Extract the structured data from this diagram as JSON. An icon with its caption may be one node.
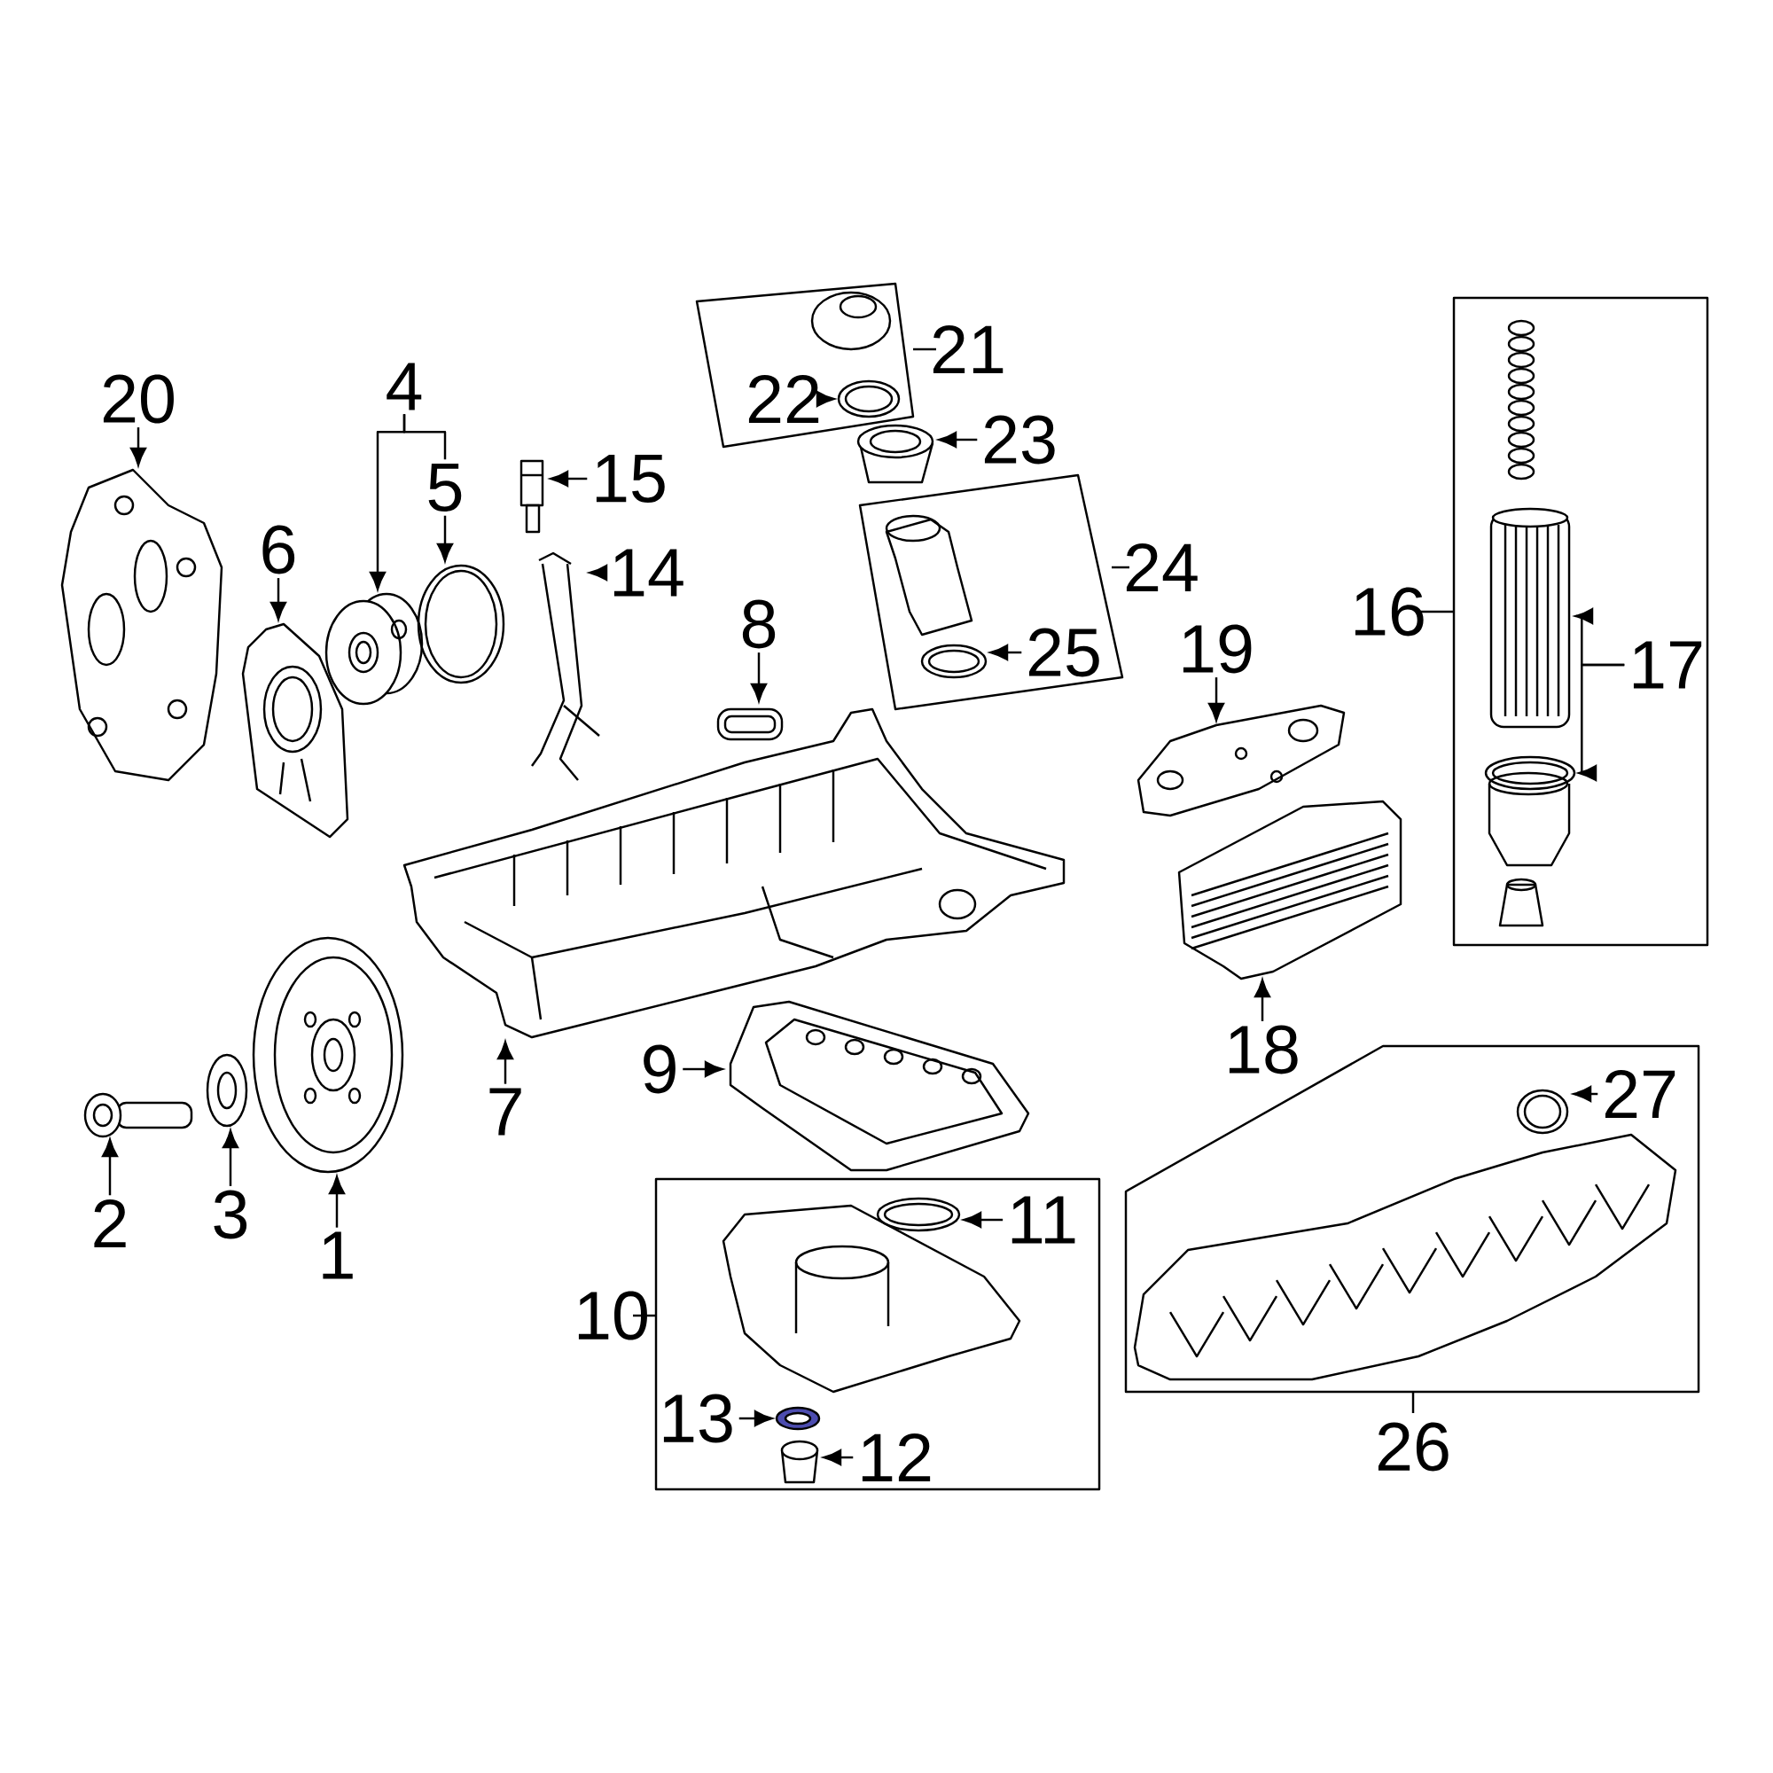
{
  "diagram": {
    "nodes": [
      {
        "text": [
          "21"
        ]
      },
      {
        "text": [
          "22"
        ],
        "in": 0
      },
      {
        "text": [],
        "shape": "picture",
        "in": 0
      },
      {
        "text": [
          "20"
        ]
      },
      {
        "text": [],
        "shape": "picture"
      },
      {
        "text": [
          "4"
        ]
      },
      {
        "text": [
          "5"
        ]
      },
      {
        "text": [],
        "shape": "picture"
      },
      {
        "text": [],
        "shape": "picture"
      },
      {
        "text": [
          "15"
        ]
      },
      {
        "text": [],
        "shape": "picture"
      },
      {
        "text": [
          "23"
        ]
      },
      {
        "text": [],
        "shape": "picture"
      },
      {
        "text": [
          "24"
        ]
      },
      {
        "text": [
          "25"
        ],
        "in": 13
      },
      {
        "text": [],
        "shape": "picture",
        "in": 13
      },
      {
        "text": [
          "16"
        ]
      },
      {
        "text": [
          "17"
        ],
        "in": 16
      },
      {
        "text": [],
        "shape": "picture",
        "in": 16
      },
      {
        "text": [],
        "shape": "picture",
        "in": 16
      },
      {
        "text": [
          "6"
        ]
      },
      {
        "text": [],
        "shape": "picture"
      },
      {
        "text": [
          "14"
        ]
      },
      {
        "text": [],
        "shape": "picture"
      },
      {
        "text": [
          "8"
        ]
      },
      {
        "text": [],
        "shape": "picture"
      },
      {
        "text": [
          "19"
        ]
      },
      {
        "text": [],
        "shape": "picture"
      },
      {
        "text": [],
        "shape": "picture"
      },
      {
        "text": [],
        "shape": "picture"
      },
      {
        "text": [
          "7"
        ]
      },
      {
        "text": [
          "9"
        ]
      },
      {
        "text": [],
        "shape": "picture"
      },
      {
        "text": [
          "18"
        ]
      },
      {
        "text": [
          "26"
        ]
      },
      {
        "text": [
          "27"
        ],
        "in": 34
      },
      {
        "text": [],
        "shape": "picture",
        "in": 34
      },
      {
        "text": [],
        "shape": "picture"
      },
      {
        "text": [],
        "shape": "picture"
      },
      {
        "text": [],
        "shape": "picture"
      },
      {
        "text": [
          "2"
        ]
      },
      {
        "text": [
          "3"
        ]
      },
      {
        "text": [
          "1"
        ]
      },
      {
        "text": [
          "10"
        ]
      },
      {
        "text": [
          "11"
        ],
        "in": 43
      },
      {
        "text": [],
        "shape": "picture",
        "in": 43
      },
      {
        "text": [
          "13"
        ],
        "in": 43
      },
      {
        "text": [],
        "shape": "picture",
        "in": 43
      },
      {
        "text": [
          "12"
        ],
        "in": 43
      },
      {
        "text": [],
        "shape": "picture",
        "in": 43
      }
    ],
    "edges": [
      {
        "from": 1,
        "to": 2,
        "arrow": "to"
      },
      {
        "from": 3,
        "to": 4,
        "arrow": "to"
      },
      {
        "from": 5,
        "to": 7,
        "arrow": "to"
      },
      {
        "from": 5,
        "to": 6,
        "arrow": "none"
      },
      {
        "from": 6,
        "to": 8,
        "arrow": "to"
      },
      {
        "from": 9,
        "to": 10,
        "arrow": "to"
      },
      {
        "from": 11,
        "to": 12,
        "arrow": "to"
      },
      {
        "from": 14,
        "to": 15,
        "arrow": "to"
      },
      {
        "from": 17,
        "to": 18,
        "arrow": "to"
      },
      {
        "from": 17,
        "to": 19,
        "arrow": "to"
      },
      {
        "from": 20,
        "to": 21,
        "arrow": "to"
      },
      {
        "from": 22,
        "to": 23,
        "arrow": "to"
      },
      {
        "from": 24,
        "to": 25,
        "arrow": "to"
      },
      {
        "from": 26,
        "to": 27,
        "arrow": "to"
      },
      {
        "from": 30,
        "to": 28,
        "arrow": "to"
      },
      {
        "from": 31,
        "to": 32,
        "arrow": "to"
      },
      {
        "from": 33,
        "to": 29,
        "arrow": "to"
      },
      {
        "from": 35,
        "to": 36,
        "arrow": "to"
      },
      {
        "from": 40,
        "to": 38,
        "arrow": "to"
      },
      {
        "from": 41,
        "to": 39,
        "arrow": "to"
      },
      {
        "from": 42,
        "to": 37,
        "arrow": "to"
      },
      {
        "from": 44,
        "to": 45,
        "arrow": "to"
      },
      {
        "from": 46,
        "to": 47,
        "arrow": "to"
      },
      {
        "from": 48,
        "to": 49,
        "arrow": "to"
      }
    ]
  }
}
